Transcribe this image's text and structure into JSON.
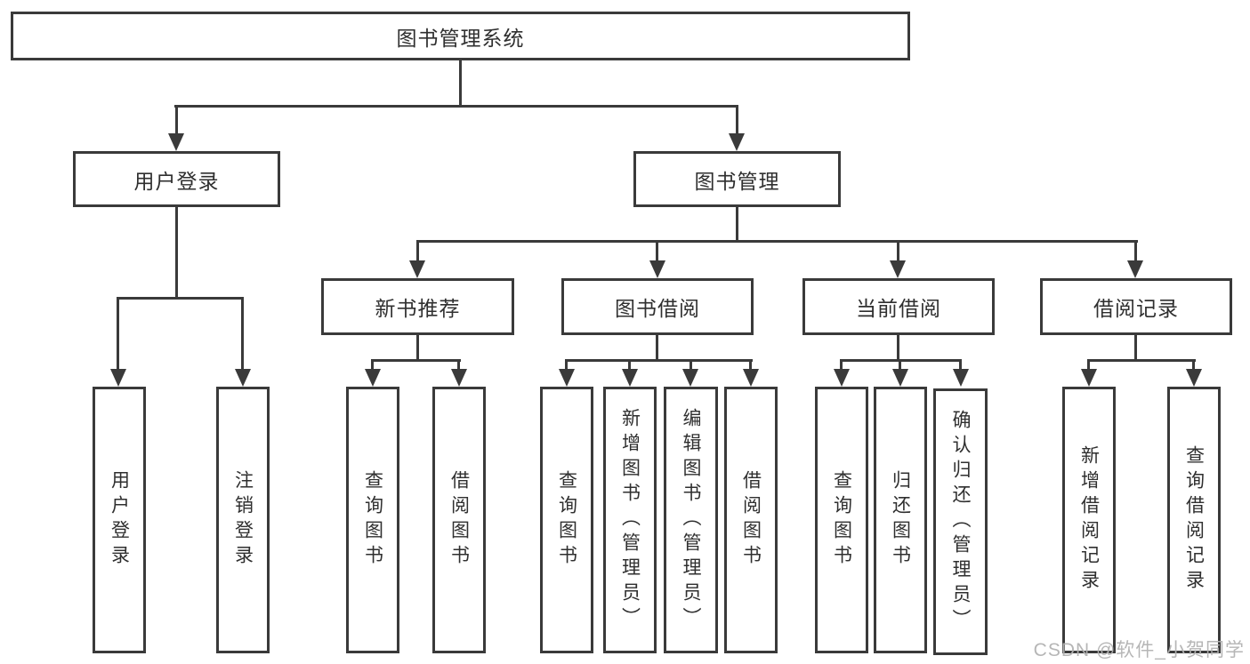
{
  "nodes": {
    "root": "图书管理系统",
    "userLogin": "用户登录",
    "bookMgmt": "图书管理",
    "newBookRec": "新书推荐",
    "bookBorrow": "图书借阅",
    "currentBorrow": "当前借阅",
    "borrowRecord": "借阅记录"
  },
  "leaves": {
    "userLogin": [
      "用户登录",
      "注销登录"
    ],
    "newBookRec": [
      "查询图书",
      "借阅图书"
    ],
    "bookBorrow": [
      "查询图书",
      "新增图书（管理员）",
      "编辑图书（管理员）",
      "借阅图书"
    ],
    "currentBorrow": [
      "查询图书",
      "归还图书",
      "确认归还（管理员）"
    ],
    "borrowRecord": [
      "新增借阅记录",
      "查询借阅记录"
    ]
  },
  "watermark": "CSDN @软件_小贺同学",
  "colors": {
    "line": "#3a3a3a",
    "text": "#2f2f2f",
    "background": "#ffffff",
    "watermark": "#b2b2b2"
  }
}
